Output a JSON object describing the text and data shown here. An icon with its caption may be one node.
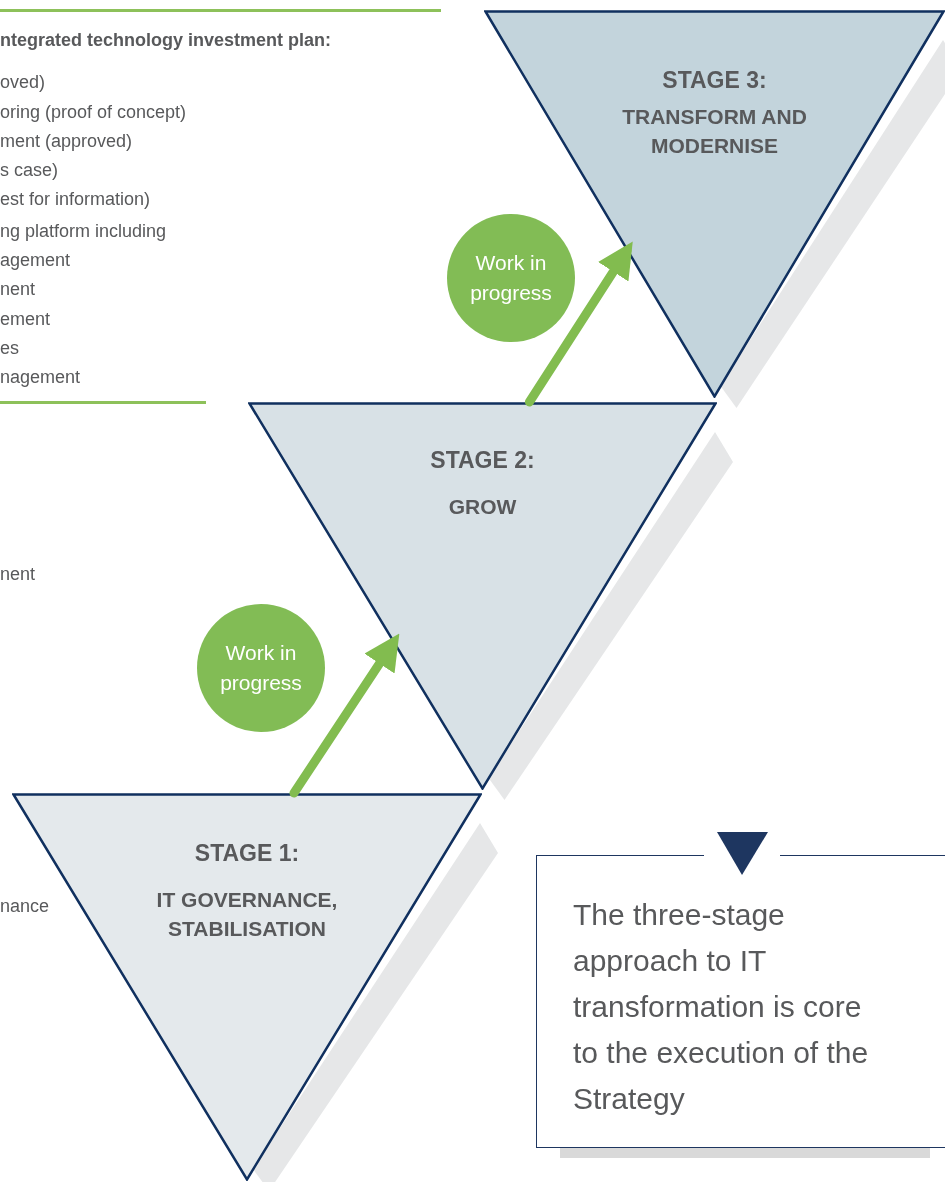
{
  "diagram": {
    "nodes": [
      {
        "text": [
          "STAGE 3:",
          "TRANSFORM AND MODERNISE"
        ]
      },
      {
        "text": [
          "Work in progress"
        ]
      },
      {
        "text": [
          "STAGE 2:",
          "GROW"
        ]
      },
      {
        "text": [
          "Work in progress"
        ]
      },
      {
        "text": [
          "STAGE 1:",
          "IT GOVERNANCE, STABILISATION"
        ]
      },
      {
        "text": [
          "The three-stage approach to IT transformation is core to the execution of the Strategy"
        ]
      }
    ],
    "edges": [
      {
        "from": 2,
        "to": 0,
        "arrow": "to"
      },
      {
        "from": 4,
        "to": 2,
        "arrow": "to"
      }
    ],
    "labels": [
      "ntegrated technology investment plan:",
      "oved)",
      "oring (proof of concept)",
      "ment (approved)",
      "s case)",
      "est for information)",
      "ng platform including",
      "agement",
      "nent",
      "ement",
      "es",
      "nagement",
      "nent",
      "nance"
    ]
  }
}
